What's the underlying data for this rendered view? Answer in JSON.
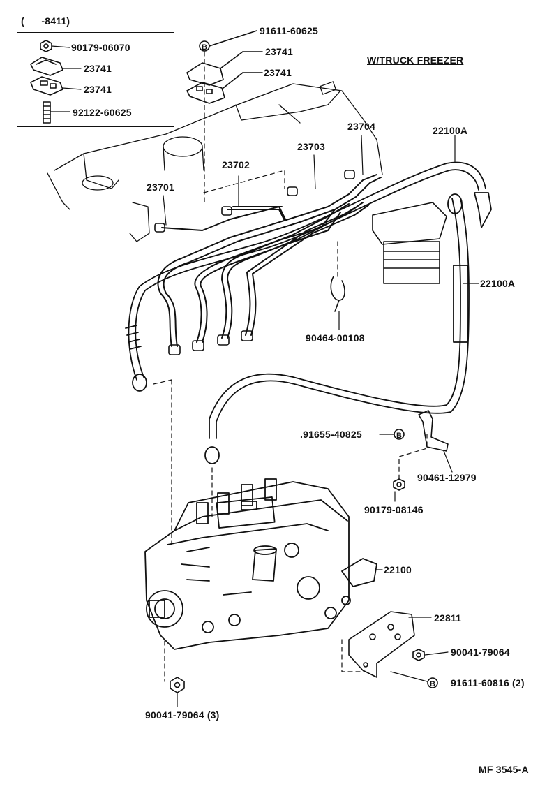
{
  "inset": {
    "range_label": "(      -8411)",
    "parts": [
      "90179-06070",
      "23741",
      "23741",
      "92122-60625"
    ]
  },
  "header_note": "W/TRUCK FREEZER",
  "callouts": {
    "p91611_60625": "91611-60625",
    "p23741_a": "23741",
    "p23741_b": "23741",
    "p23704": "23704",
    "p22100A_top": "22100A",
    "p23703": "23703",
    "p23702": "23702",
    "p23701": "23701",
    "p22100A_right": "22100A",
    "p90464_00108": "90464-00108",
    "p91655_40825": ".91655-40825",
    "p90461_12979": "90461-12979",
    "p90179_08146": "90179-08146",
    "p22100": "22100",
    "p22811": "22811",
    "p90041_79064_r": "90041-79064",
    "p91611_60816": "91611-60816 (2)",
    "p90041_79064_b": "90041-79064 (3)"
  },
  "bolt_marker": "B",
  "figure_code": "MF 3545-A"
}
